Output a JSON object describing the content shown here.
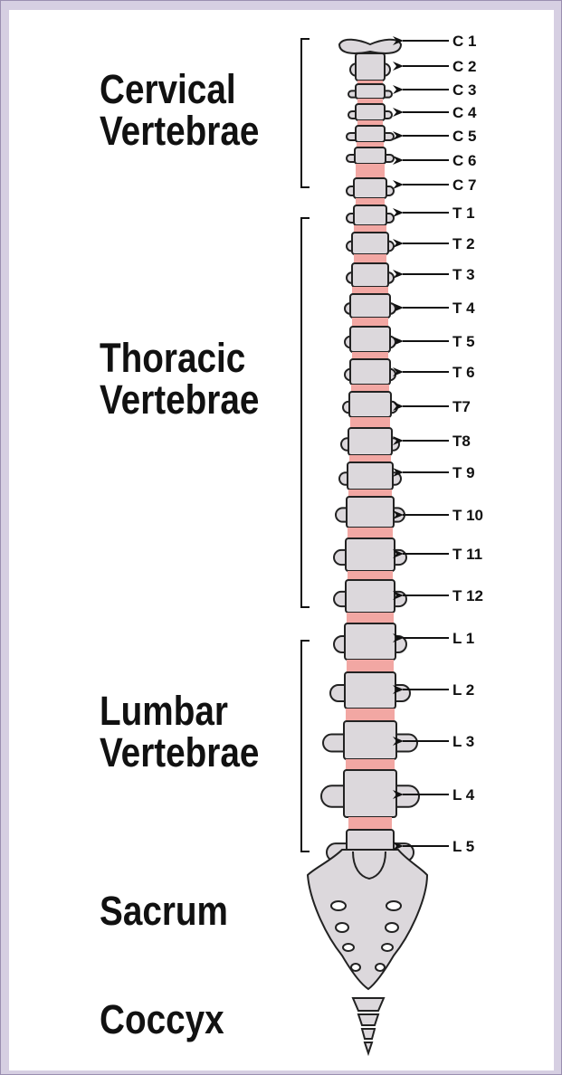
{
  "regions": [
    {
      "id": "cervical",
      "line1": "Cervical",
      "line2": "Vertebrae"
    },
    {
      "id": "thoracic",
      "line1": "Thoracic",
      "line2": "Vertebrae"
    },
    {
      "id": "lumbar",
      "line1": "Lumbar",
      "line2": "Vertebrae"
    },
    {
      "id": "sacrum",
      "line1": "Sacrum"
    },
    {
      "id": "coccyx",
      "line1": "Coccyx"
    }
  ],
  "vertebrae": [
    {
      "label": "C 1",
      "region": "cervical"
    },
    {
      "label": "C 2",
      "region": "cervical"
    },
    {
      "label": "C 3",
      "region": "cervical"
    },
    {
      "label": "C 4",
      "region": "cervical"
    },
    {
      "label": "C 5",
      "region": "cervical"
    },
    {
      "label": "C 6",
      "region": "cervical"
    },
    {
      "label": "C 7",
      "region": "cervical"
    },
    {
      "label": "T 1",
      "region": "thoracic"
    },
    {
      "label": "T 2",
      "region": "thoracic"
    },
    {
      "label": "T 3",
      "region": "thoracic"
    },
    {
      "label": "T 4",
      "region": "thoracic"
    },
    {
      "label": "T 5",
      "region": "thoracic"
    },
    {
      "label": "T 6",
      "region": "thoracic"
    },
    {
      "label": "T7",
      "region": "thoracic"
    },
    {
      "label": "T8",
      "region": "thoracic"
    },
    {
      "label": "T 9",
      "region": "thoracic"
    },
    {
      "label": "T 10",
      "region": "thoracic"
    },
    {
      "label": "T 11",
      "region": "thoracic"
    },
    {
      "label": "T 12",
      "region": "thoracic"
    },
    {
      "label": "L 1",
      "region": "lumbar"
    },
    {
      "label": "L 2",
      "region": "lumbar"
    },
    {
      "label": "L 3",
      "region": "lumbar"
    },
    {
      "label": "L 4",
      "region": "lumbar"
    },
    {
      "label": "L 5",
      "region": "lumbar"
    }
  ],
  "colors": {
    "frame": "#d6cfe2",
    "panel": "#ffffff",
    "bone": "#dcd8dc",
    "outline": "#222222",
    "disc": "#f2a7a3",
    "text": "#111111"
  }
}
